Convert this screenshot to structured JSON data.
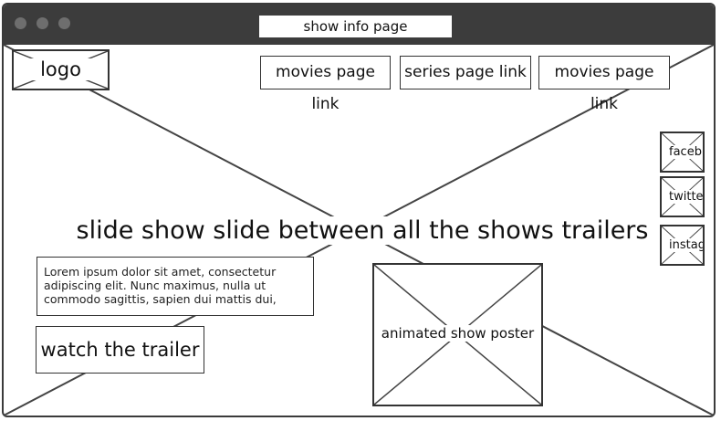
{
  "window": {
    "title": "show info page"
  },
  "logo": {
    "label": "logo"
  },
  "nav": {
    "links": [
      {
        "label": "movies page link"
      },
      {
        "label": "series page link"
      },
      {
        "label": "movies page link"
      }
    ]
  },
  "social": [
    {
      "label": "faceb"
    },
    {
      "label": "twitte"
    },
    {
      "label": "instag"
    }
  ],
  "hero": {
    "headline": "slide show slide between all the shows trailers"
  },
  "description": {
    "text": "Lorem ipsum dolor sit amet, consectetur adipiscing elit. Nunc maximus, nulla ut commodo sagittis, sapien dui mattis dui,"
  },
  "cta": {
    "label": "watch the trailer"
  },
  "poster": {
    "label": "animated show poster"
  }
}
